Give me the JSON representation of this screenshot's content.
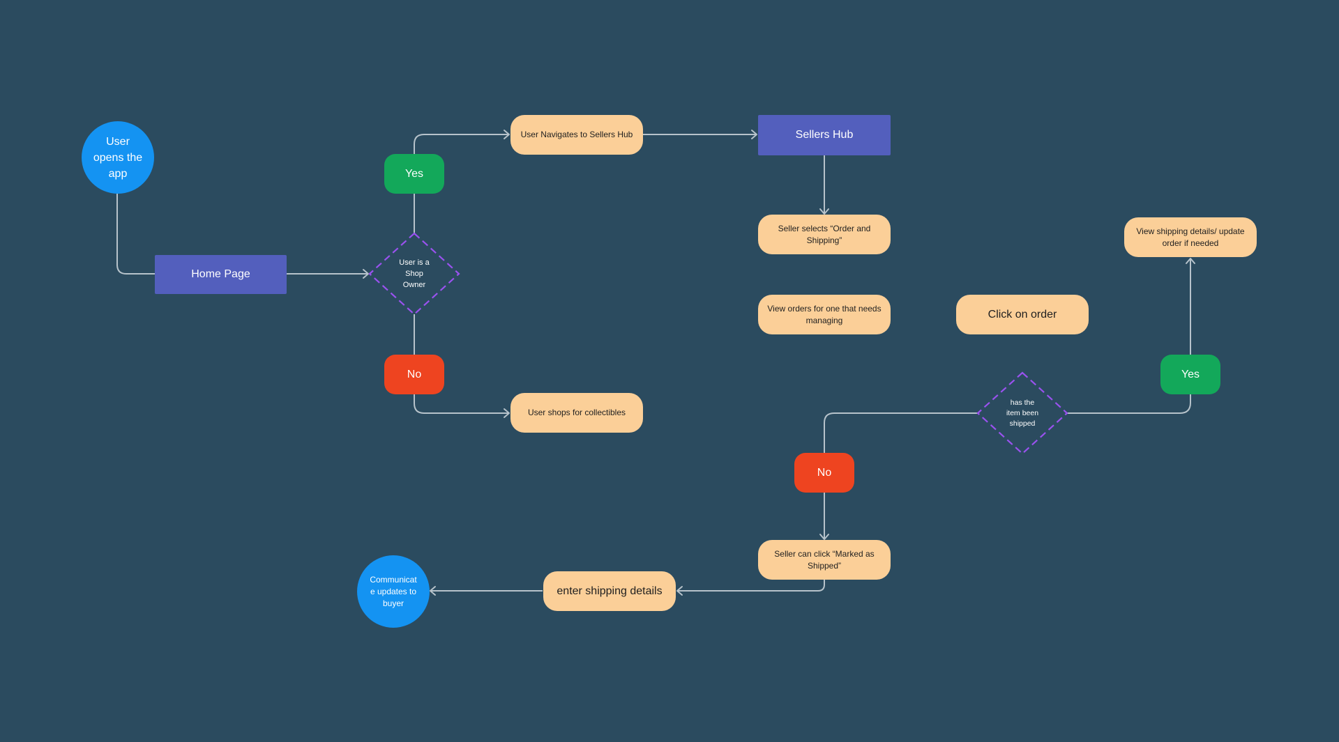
{
  "nodes": {
    "start": "User opens the app",
    "home_page": "Home Page",
    "decision_shop_owner": "User is a Shop Owner",
    "yes_1": "Yes",
    "no_1": "No",
    "navigate_sellers_hub": "User Navigates to Sellers Hub",
    "shops_collectibles": "User shops for collectibles",
    "sellers_hub": "Sellers Hub",
    "select_order_shipping": "Seller selects “Order and Shipping”",
    "view_orders": "View orders for one that needs managing",
    "click_order": "Click on order",
    "view_shipping_details": "View shipping details/ update order if needed",
    "decision_shipped": "has the item been shipped",
    "yes_2": "Yes",
    "no_2": "No",
    "marked_shipped": "Seller can click “Marked as Shipped”",
    "enter_shipping": "enter shipping details",
    "communicate": "Communicate updates to buyer"
  },
  "colors": {
    "background": "#2b4b5f",
    "terminal": "#1493f2",
    "page": "#535fbd",
    "step": "#fbcf98",
    "yes": "#13a85a",
    "no": "#ee4420",
    "decision_outline": "#9a52ef",
    "connector": "#b7c3cb"
  }
}
